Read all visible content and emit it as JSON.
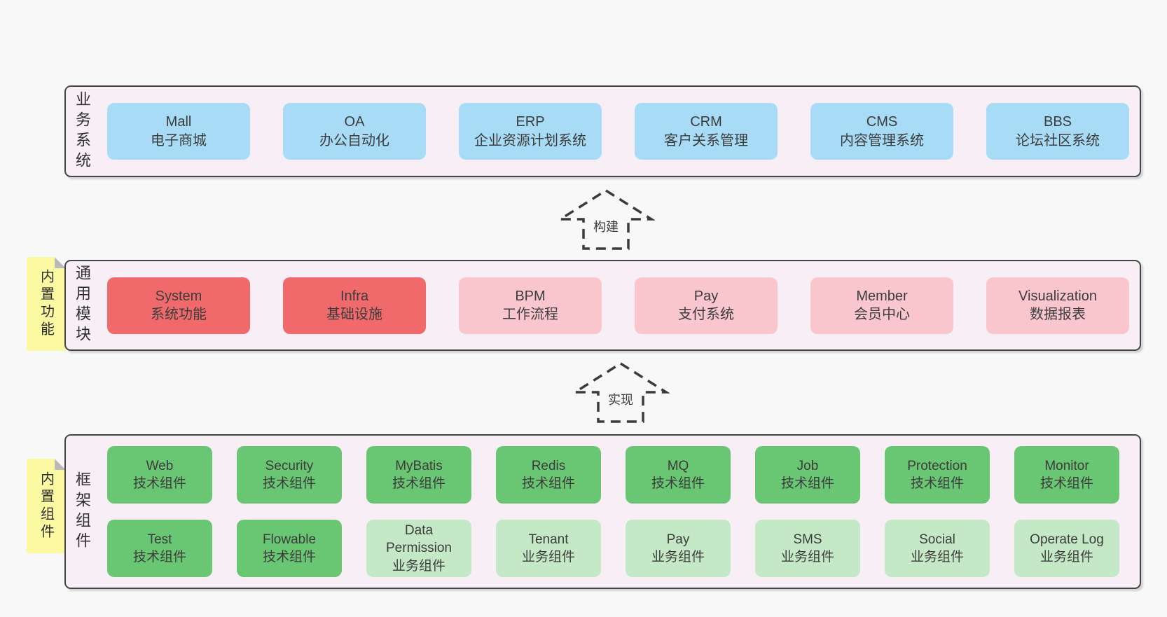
{
  "colors": {
    "page_bg": "#f8f8f8",
    "band_bg": "#f7eef6",
    "band_border": "#454545",
    "text": "#3c3c3c",
    "blue": "#a8dbf5",
    "red": "#f0696b",
    "pink": "#f9c6ce",
    "green": "#69c673",
    "green_light": "#c5e8c6",
    "sticky_yellow": "#fbf9a1",
    "fold_gray": "#b9b9b9"
  },
  "diagram": {
    "arrows": [
      {
        "label": "构建"
      },
      {
        "label": "实现"
      }
    ],
    "bands": [
      {
        "title": "业务系统",
        "note": "",
        "rows": [
          [
            {
              "name": "Mall",
              "desc": "电子商城",
              "type": "blue"
            },
            {
              "name": "OA",
              "desc": "办公自动化",
              "type": "blue"
            },
            {
              "name": "ERP",
              "desc": "企业资源计划系统",
              "type": "blue"
            },
            {
              "name": "CRM",
              "desc": "客户关系管理",
              "type": "blue"
            },
            {
              "name": "CMS",
              "desc": "内容管理系统",
              "type": "blue"
            },
            {
              "name": "BBS",
              "desc": "论坛社区系统",
              "type": "blue"
            }
          ]
        ]
      },
      {
        "title": "通用模块",
        "note": "内置功能",
        "rows": [
          [
            {
              "name": "System",
              "desc": "系统功能",
              "type": "red"
            },
            {
              "name": "Infra",
              "desc": "基础设施",
              "type": "red"
            },
            {
              "name": "BPM",
              "desc": "工作流程",
              "type": "pink"
            },
            {
              "name": "Pay",
              "desc": "支付系统",
              "type": "pink"
            },
            {
              "name": "Member",
              "desc": "会员中心",
              "type": "pink"
            },
            {
              "name": "Visualization",
              "desc": "数据报表",
              "type": "pink"
            }
          ]
        ]
      },
      {
        "title": "框架组件",
        "note": "内置组件",
        "rows": [
          [
            {
              "name": "Web",
              "desc": "技术组件",
              "type": "green"
            },
            {
              "name": "Security",
              "desc": "技术组件",
              "type": "green"
            },
            {
              "name": "MyBatis",
              "desc": "技术组件",
              "type": "green"
            },
            {
              "name": "Redis",
              "desc": "技术组件",
              "type": "green"
            },
            {
              "name": "MQ",
              "desc": "技术组件",
              "type": "green"
            },
            {
              "name": "Job",
              "desc": "技术组件",
              "type": "green"
            },
            {
              "name": "Protection",
              "desc": "技术组件",
              "type": "green"
            },
            {
              "name": "Monitor",
              "desc": "技术组件",
              "type": "green"
            }
          ],
          [
            {
              "name": "Test",
              "desc": "技术组件",
              "type": "green"
            },
            {
              "name": "Flowable",
              "desc": "技术组件",
              "type": "green"
            },
            {
              "name": "Data Permission",
              "desc": "业务组件",
              "type": "green_light"
            },
            {
              "name": "Tenant",
              "desc": "业务组件",
              "type": "green_light"
            },
            {
              "name": "Pay",
              "desc": "业务组件",
              "type": "green_light"
            },
            {
              "name": "SMS",
              "desc": "业务组件",
              "type": "green_light"
            },
            {
              "name": "Social",
              "desc": "业务组件",
              "type": "green_light"
            },
            {
              "name": "Operate Log",
              "desc": "业务组件",
              "type": "green_light"
            }
          ]
        ]
      }
    ]
  }
}
